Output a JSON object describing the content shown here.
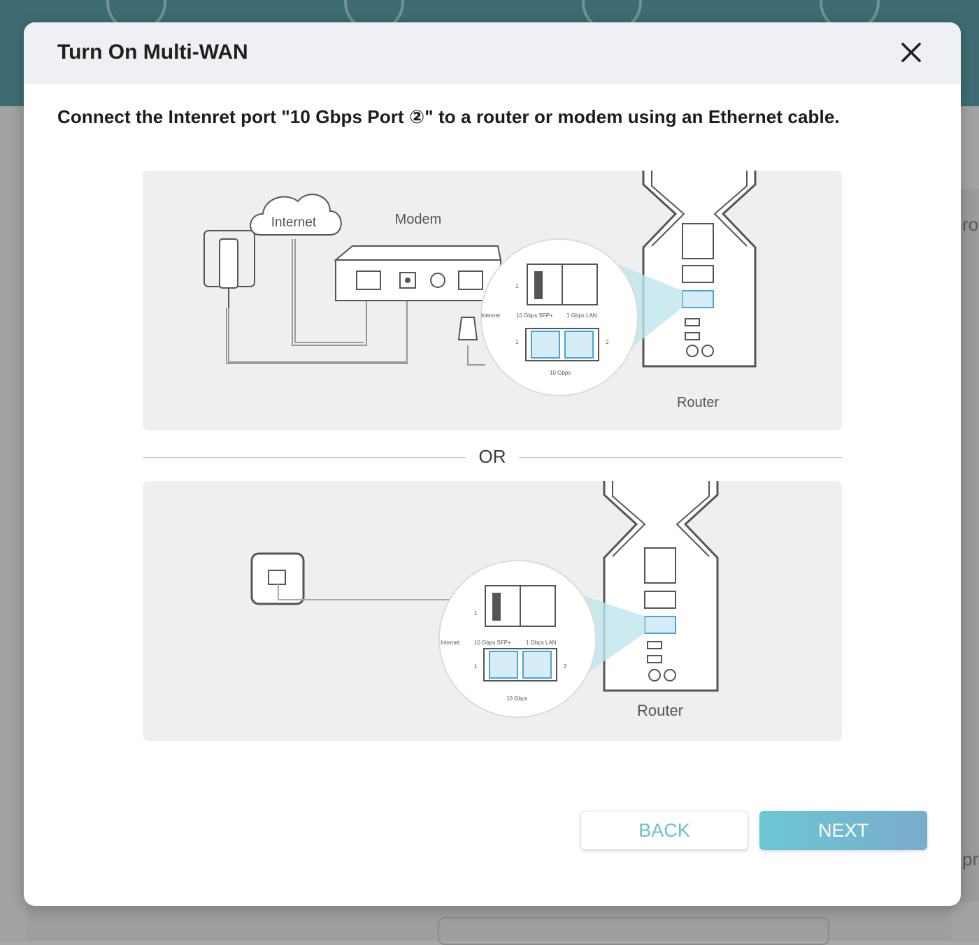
{
  "dialog": {
    "title": "Turn On Multi-WAN",
    "instruction": "Connect the Intenret port \"10 Gbps Port ②\" to a router or modem using an Ethernet cable.",
    "separator_label": "OR",
    "back_label": "BACK",
    "next_label": "NEXT"
  },
  "diagram_modem": {
    "cloud_label": "Internet",
    "modem_label": "Modem",
    "router_label": "Router",
    "port_label_internet": "Internet",
    "port_label_sfp": "10 Gbps SFP+",
    "port_label_lan": "1 Gbps LAN",
    "port_label_10g": "10 Gbps",
    "port_number_1": "1",
    "port_number_2": "2"
  },
  "diagram_wall": {
    "router_label": "Router",
    "port_label_internet": "Internet",
    "port_label_sfp": "10 Gbps SFP+",
    "port_label_lan": "1 Gbps LAN",
    "port_label_10g": "10 Gbps",
    "port_number_1": "1",
    "port_number_2": "2"
  },
  "background": {
    "text_right_top": "rou",
    "text_right_bottom": "pr"
  },
  "colors": {
    "accent": "#67c2cd",
    "header_bg": "#3f6c74",
    "highlight_port": "#4aa3d8"
  }
}
